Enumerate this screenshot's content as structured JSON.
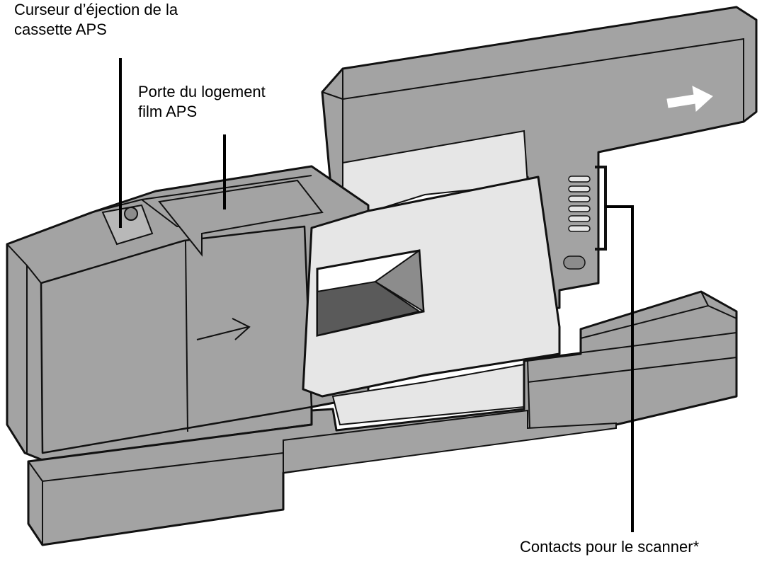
{
  "labels": {
    "eject_slider": {
      "line1": "Curseur d’éjection de la",
      "line2": "cassette APS"
    },
    "door": {
      "line1": "Porte du logement",
      "line2": "film APS"
    },
    "contacts": {
      "text": "Contacts pour le scanner*"
    }
  },
  "colors": {
    "body": "#a3a3a3",
    "body_dark": "#8c8c8c",
    "body_light": "#b8b8b8",
    "film_panel": "#e6e6e6",
    "window_dark": "#5a5a5a",
    "outline": "#111111",
    "background": "#ffffff"
  }
}
